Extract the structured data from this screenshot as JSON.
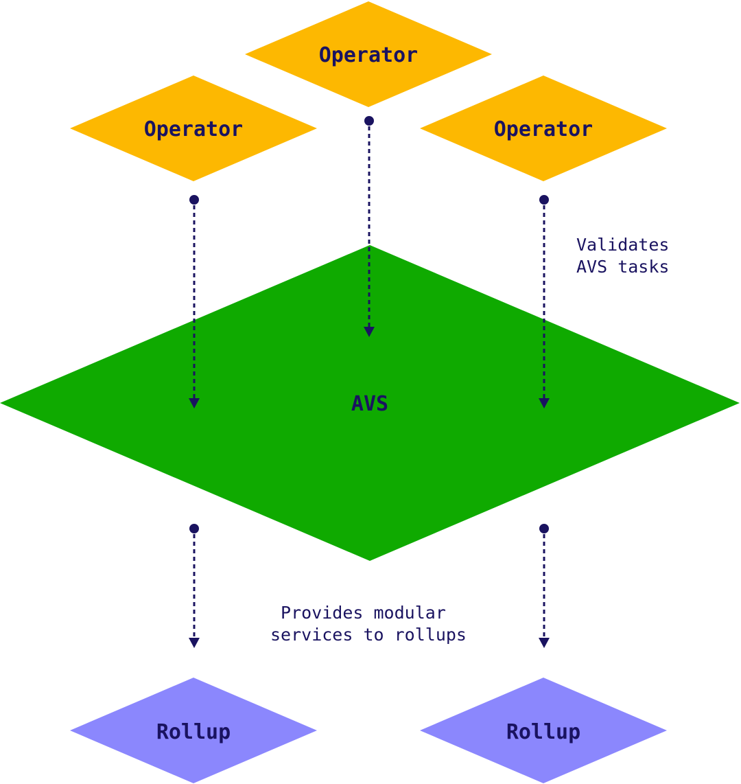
{
  "colors": {
    "operator": "#FDB801",
    "avs": "#0FAA00",
    "rollup": "#8B87FD",
    "ink": "#1A1360",
    "background": "#FFFFFF"
  },
  "nodes": {
    "operator_top": {
      "label": "Operator"
    },
    "operator_left": {
      "label": "Operator"
    },
    "operator_right": {
      "label": "Operator"
    },
    "avs": {
      "label": "AVS"
    },
    "rollup_left": {
      "label": "Rollup"
    },
    "rollup_right": {
      "label": "Rollup"
    }
  },
  "annotations": {
    "validates": [
      "Validates",
      "AVS tasks"
    ],
    "provides": [
      "Provides modular",
      "services to rollups"
    ]
  },
  "edges": [
    {
      "from": "operator_top",
      "to": "avs"
    },
    {
      "from": "operator_left",
      "to": "avs"
    },
    {
      "from": "operator_right",
      "to": "avs"
    },
    {
      "from": "avs",
      "to": "rollup_left"
    },
    {
      "from": "avs",
      "to": "rollup_right"
    }
  ]
}
